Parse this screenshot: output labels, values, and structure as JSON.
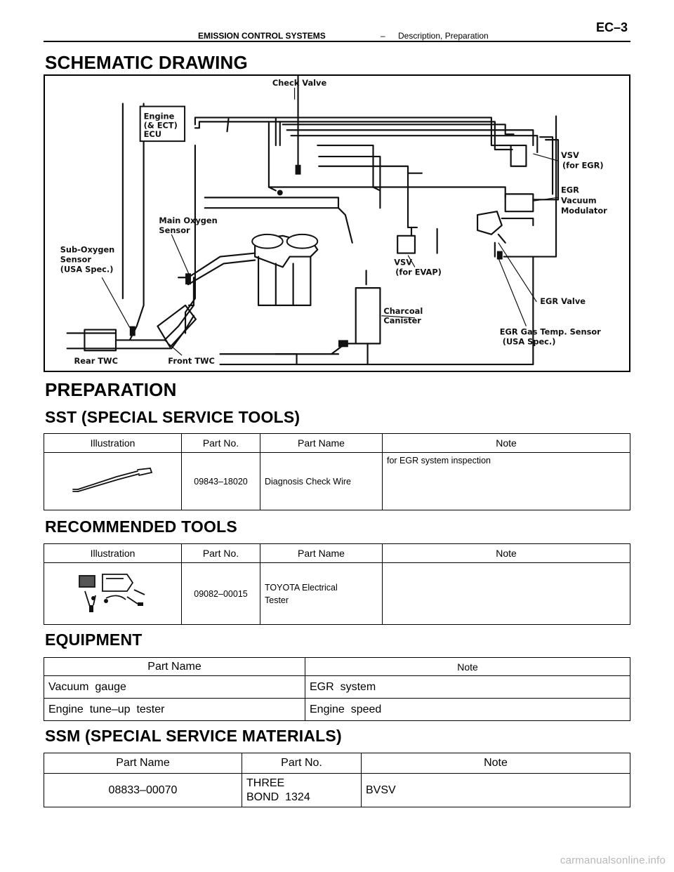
{
  "header": {
    "section": "EMISSION CONTROL SYSTEMS",
    "dash": "–",
    "subsection": "Description, Preparation",
    "page": "EC–3"
  },
  "schematic": {
    "title": "SCHEMATIC DRAWING",
    "labels": {
      "check_valve": "Check Valve",
      "ecu_1": "Engine",
      "ecu_2": "(& ECT)",
      "ecu_3": "ECU",
      "vsv_egr_1": "VSV",
      "vsv_egr_2": "(for EGR)",
      "egr_mod_1": "EGR",
      "egr_mod_2": "Vacuum",
      "egr_mod_3": "Modulator",
      "main_o2_1": "Main Oxygen",
      "main_o2_2": "Sensor",
      "sub_o2_1": "Sub-Oxygen",
      "sub_o2_2": "Sensor",
      "sub_o2_3": "(USA Spec.)",
      "vsv_evap_1": "VSV",
      "vsv_evap_2": "(for EVAP)",
      "charcoal_1": "Charcoal",
      "charcoal_2": "Canister",
      "egr_valve": "EGR Valve",
      "egr_temp_1": "EGR Gas Temp. Sensor",
      "egr_temp_2": "(USA Spec.)",
      "rear_twc": "Rear TWC",
      "front_twc": "Front TWC"
    }
  },
  "preparation": {
    "title": "PREPARATION"
  },
  "sst": {
    "title": "SST (SPECIAL SERVICE TOOLS)",
    "headers": {
      "illustration": "Illustration",
      "part_no": "Part No.",
      "part_name": "Part Name",
      "note": "Note"
    },
    "rows": [
      {
        "illustration": "diagnosis-check-wire",
        "part_no": "09843–18020",
        "part_name": "Diagnosis Check Wire",
        "note": "for EGR system inspection"
      }
    ]
  },
  "recommended": {
    "title": "RECOMMENDED TOOLS",
    "headers": {
      "illustration": "Illustration",
      "part_no": "Part No.",
      "part_name": "Part Name",
      "note": "Note"
    },
    "rows": [
      {
        "illustration": "electrical-tester",
        "part_no": "09082–00015",
        "part_name_1": "TOYOTA Electrical",
        "part_name_2": "Tester",
        "note": ""
      }
    ]
  },
  "equipment": {
    "title": "EQUIPMENT",
    "headers": {
      "part_name": "Part Name",
      "note": "Note"
    },
    "rows": [
      {
        "part_name": "Vacuum  gauge",
        "note": "EGR  system"
      },
      {
        "part_name": "Engine  tune–up  tester",
        "note": "Engine  speed"
      }
    ]
  },
  "ssm": {
    "title": "SSM (SPECIAL SERVICE MATERIALS)",
    "headers": {
      "part_name": "Part Name",
      "part_no": "Part No.",
      "note": "Note"
    },
    "rows": [
      {
        "part_name": "08833–00070",
        "part_no_1": "THREE",
        "part_no_2": "BOND  1324",
        "note": "BVSV"
      }
    ]
  },
  "watermark": "carmanualsonline.info"
}
